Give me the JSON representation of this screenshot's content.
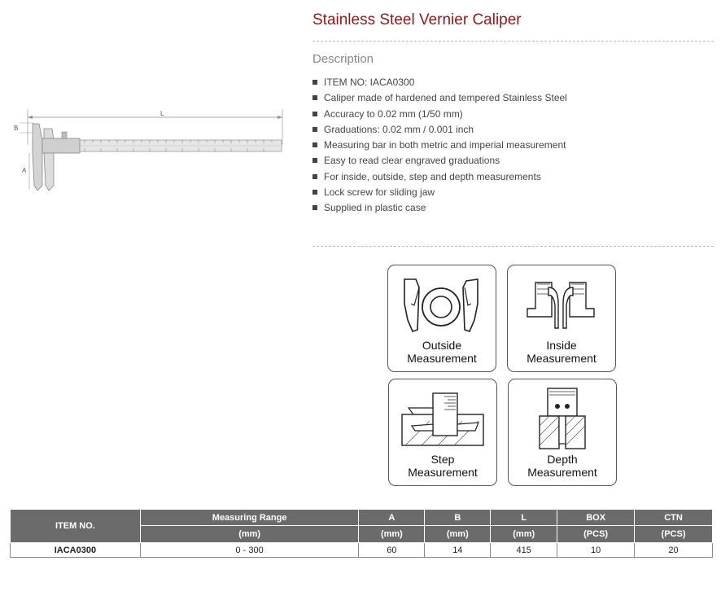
{
  "product": {
    "title": "Stainless Steel Vernier Caliper",
    "image": {
      "dim_L": "L",
      "dim_B": "B",
      "dim_A": "A"
    }
  },
  "description": {
    "heading": "Description",
    "items": [
      "ITEM NO: IACA0300",
      "Caliper made of hardened and tempered Stainless Steel",
      "Accuracy to 0.02 mm (1/50 mm)",
      "Graduations: 0.02 mm / 0.001 inch",
      "Measuring bar in both metric and imperial measurement",
      "Easy to read clear engraved graduations",
      "For inside, outside, step and depth measurements",
      "Lock screw for sliding jaw",
      "Supplied in plastic case"
    ]
  },
  "measurements": [
    {
      "line1": "Outside",
      "line2": "Measurement"
    },
    {
      "line1": "Inside",
      "line2": "Measurement"
    },
    {
      "line1": "Step",
      "line2": "Measurement"
    },
    {
      "line1": "Depth",
      "line2": "Measurement"
    }
  ],
  "table": {
    "headers": [
      {
        "top": "ITEM NO.",
        "bottom": ""
      },
      {
        "top": "Measuring Range",
        "bottom": "(mm)"
      },
      {
        "top": "A",
        "bottom": "(mm)"
      },
      {
        "top": "B",
        "bottom": "(mm)"
      },
      {
        "top": "L",
        "bottom": "(mm)"
      },
      {
        "top": "BOX",
        "bottom": "(PCS)"
      },
      {
        "top": "CTN",
        "bottom": "(PCS)"
      }
    ],
    "rows": [
      [
        "IACA0300",
        "0 - 300",
        "60",
        "14",
        "415",
        "10",
        "20"
      ]
    ]
  }
}
